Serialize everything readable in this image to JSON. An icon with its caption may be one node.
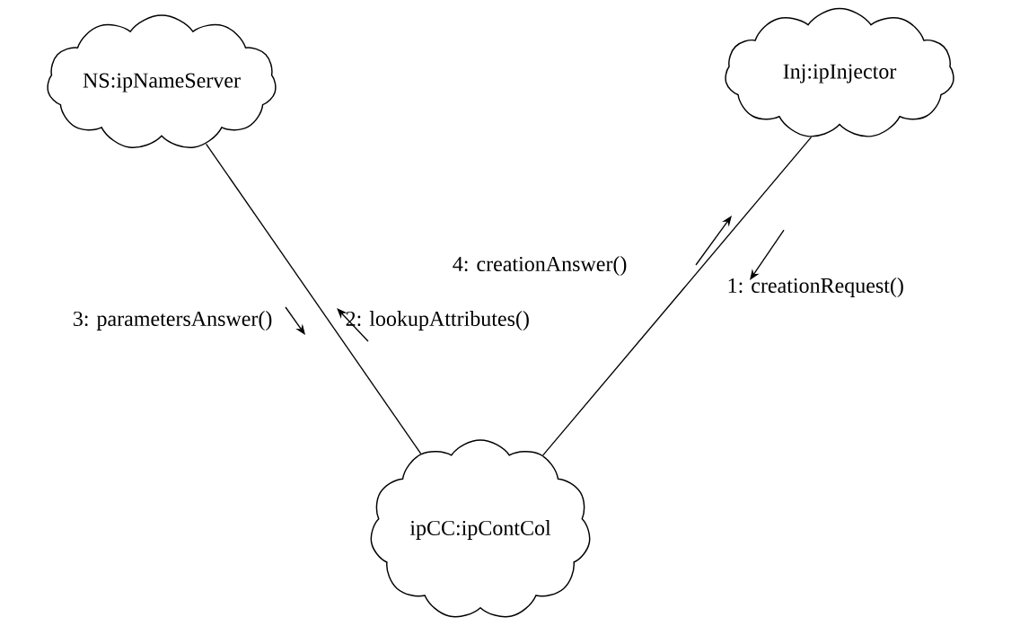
{
  "diagram": {
    "nodes": [
      {
        "text": [
          "NS:ipNameServer"
        ]
      },
      {
        "text": [
          "Inj:ipInjector"
        ]
      },
      {
        "text": [
          "ipCC:ipContCol"
        ]
      }
    ],
    "edges": [
      {
        "from": 0,
        "to": 2,
        "arrow": "none"
      },
      {
        "from": 1,
        "to": 2,
        "arrow": "none"
      }
    ],
    "labels": [
      "4: creationAnswer()",
      "1: creationRequest()",
      "3: parametersAnswer()",
      "2: lookupAttributes()"
    ]
  }
}
